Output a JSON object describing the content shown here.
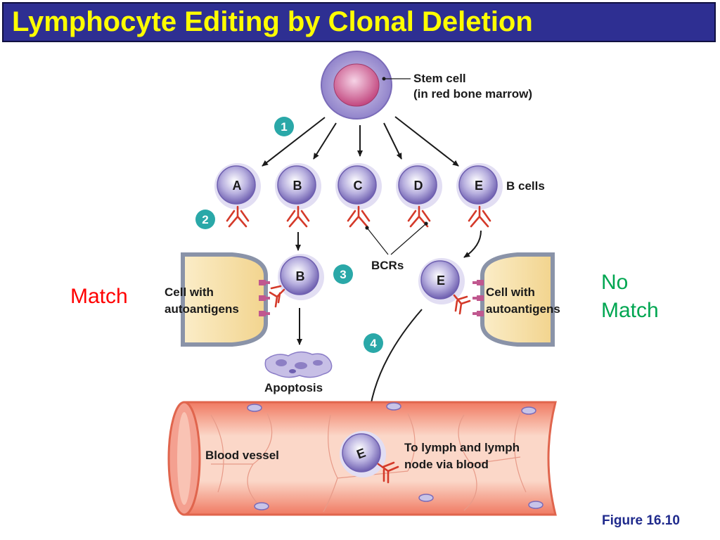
{
  "title": "Lymphocyte Editing by Clonal Deletion",
  "labels": {
    "match": "Match",
    "no_match_line1": "No",
    "no_match_line2": "Match",
    "figure": "Figure 16.10"
  },
  "diagram": {
    "stem_cell_line1": "Stem cell",
    "stem_cell_line2": "(in red bone marrow)",
    "b_cells": "B cells",
    "bcrs": "BCRs",
    "cell_with": "Cell with",
    "autoantigens": "autoantigens",
    "apoptosis": "Apoptosis",
    "blood_vessel": "Blood vessel",
    "to_lymph_line1": "To lymph and lymph",
    "to_lymph_line2": "node via blood",
    "cell_letters": [
      "A",
      "B",
      "C",
      "D",
      "E"
    ],
    "cell_b": "B",
    "cell_e": "E",
    "steps": [
      "1",
      "2",
      "3",
      "4"
    ]
  },
  "colors": {
    "title_bg": "#2e2f92",
    "title_text": "#ffff00",
    "match": "#ff0000",
    "no_match": "#00a651",
    "figure_label": "#1f2a8c",
    "step_badge": "#2aa8a8",
    "cell_fill": "#8d7fc4",
    "receptor": "#d43a2a",
    "vessel": "#f28a72",
    "host_cell": "#f8e3b0"
  }
}
